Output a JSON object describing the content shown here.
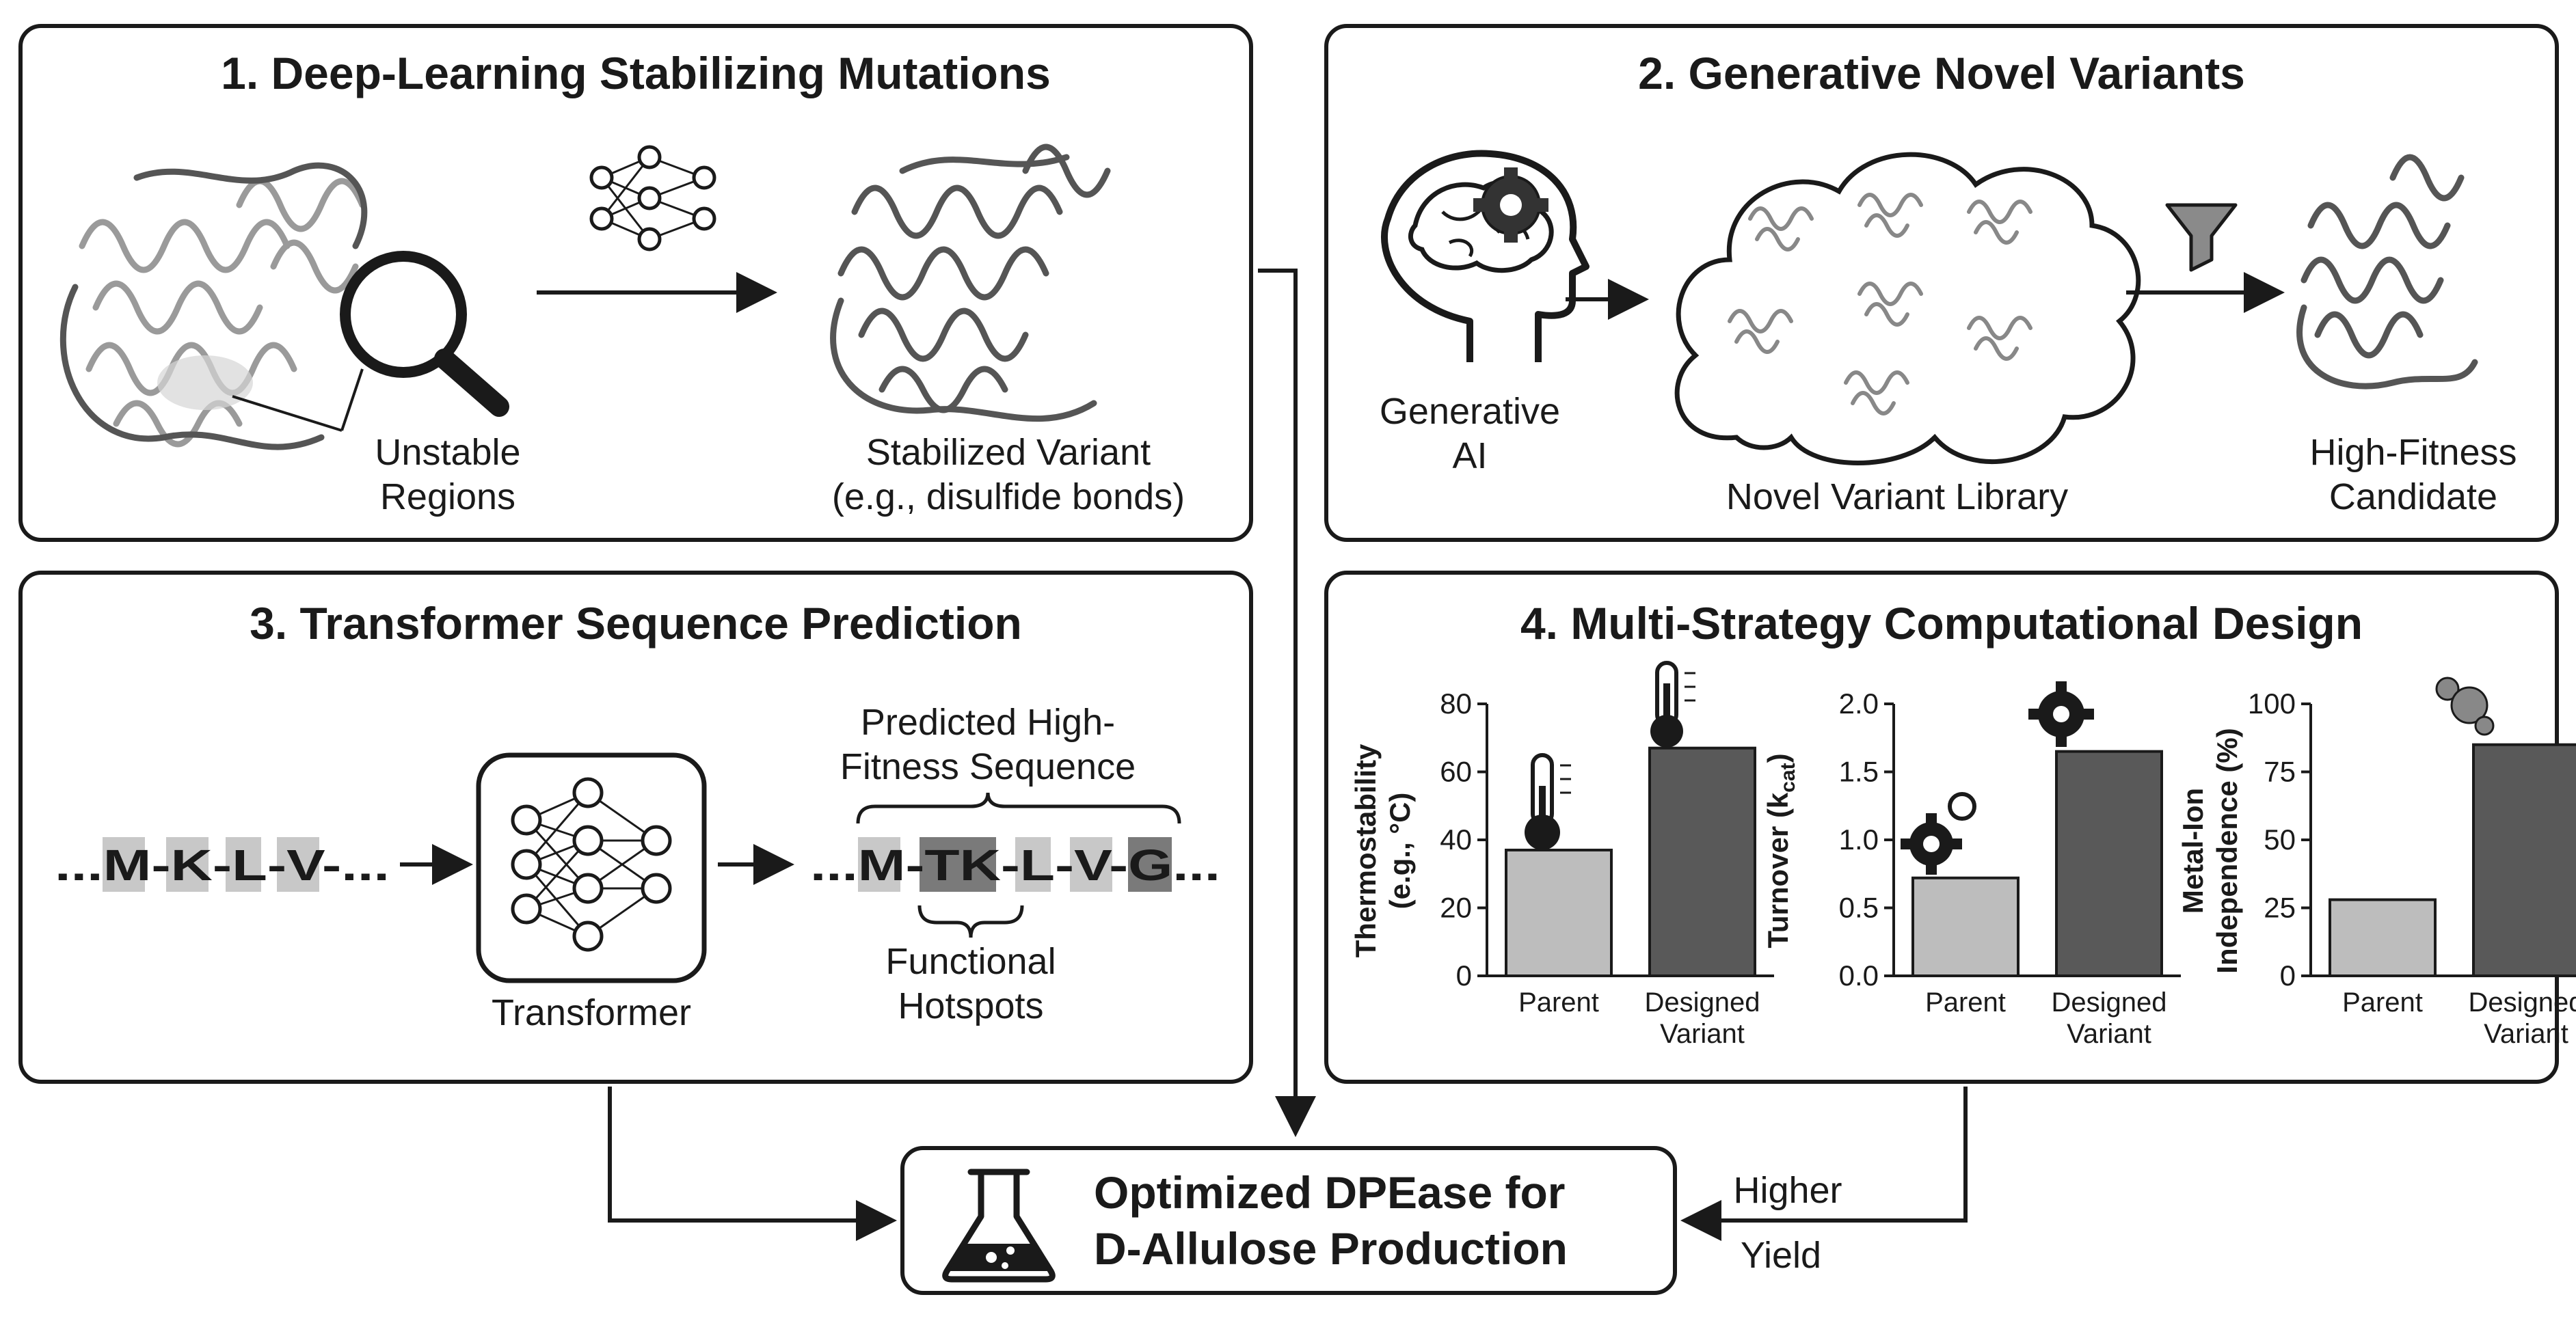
{
  "panels": {
    "p1": {
      "title": "1. Deep-Learning Stabilizing Mutations",
      "unstable_l1": "Unstable",
      "unstable_l2": "Regions",
      "stab_l1": "Stabilized Variant",
      "stab_l2": "(e.g., disulfide bonds)"
    },
    "p2": {
      "title": "2. Generative Novel Variants",
      "gen_l1": "Generative",
      "gen_l2": "AI",
      "library": "Novel Variant Library",
      "cand_l1": "High-Fitness",
      "cand_l2": "Candidate"
    },
    "p3": {
      "title": "3. Transformer Sequence Prediction",
      "input_seq": "...M-K-L-V-...",
      "transformer": "Transformer",
      "pred_l1": "Predicted High-",
      "pred_l2": "Fitness Sequence",
      "output_seq": "...M-TK-L-V-G...",
      "hot_l1": "Functional",
      "hot_l2": "Hotspots"
    },
    "p4": {
      "title": "4. Multi-Strategy Computational Design"
    },
    "final": {
      "l1": "Optimized DPEase for",
      "l2": "D-Allulose Production",
      "yield_l1": "Higher",
      "yield_l2": "Yield"
    }
  },
  "colors": {
    "parent_bar": "#bdbdbd",
    "designed_bar": "#595959",
    "highlight_light": "#c8c8c8",
    "highlight_dark": "#7a7a7a"
  },
  "chart_data": [
    {
      "type": "bar",
      "categories": [
        "Parent",
        "Designed Variant"
      ],
      "values": [
        37,
        67
      ],
      "ylabel": "Thermostability (e.g., °C)",
      "ylim": [
        0,
        80
      ],
      "yticks": [
        0,
        20,
        40,
        60,
        80
      ],
      "ytick_labels": [
        "0",
        "20",
        "40",
        "60",
        "80"
      ],
      "icon": "thermometer-icon"
    },
    {
      "type": "bar",
      "categories": [
        "Parent",
        "Designed Variant"
      ],
      "values": [
        0.72,
        1.65
      ],
      "ylabel": "Turnover (kcat)",
      "ylim": [
        0,
        2
      ],
      "yticks": [
        0,
        0.5,
        1,
        1.5,
        2
      ],
      "ytick_labels": [
        "0.0",
        "0.5",
        "1.0",
        "1.5",
        "2.0"
      ],
      "icon": "gear-icon"
    },
    {
      "type": "bar",
      "categories": [
        "Parent",
        "Designed Variant"
      ],
      "values": [
        28,
        85
      ],
      "ylabel": "Metal-Ion Independence (%)",
      "ylim": [
        0,
        100
      ],
      "yticks": [
        0,
        25,
        50,
        75,
        100
      ],
      "ytick_labels": [
        "0",
        "25",
        "50",
        "75",
        "100"
      ],
      "icon": "metal-ion-icon"
    }
  ]
}
